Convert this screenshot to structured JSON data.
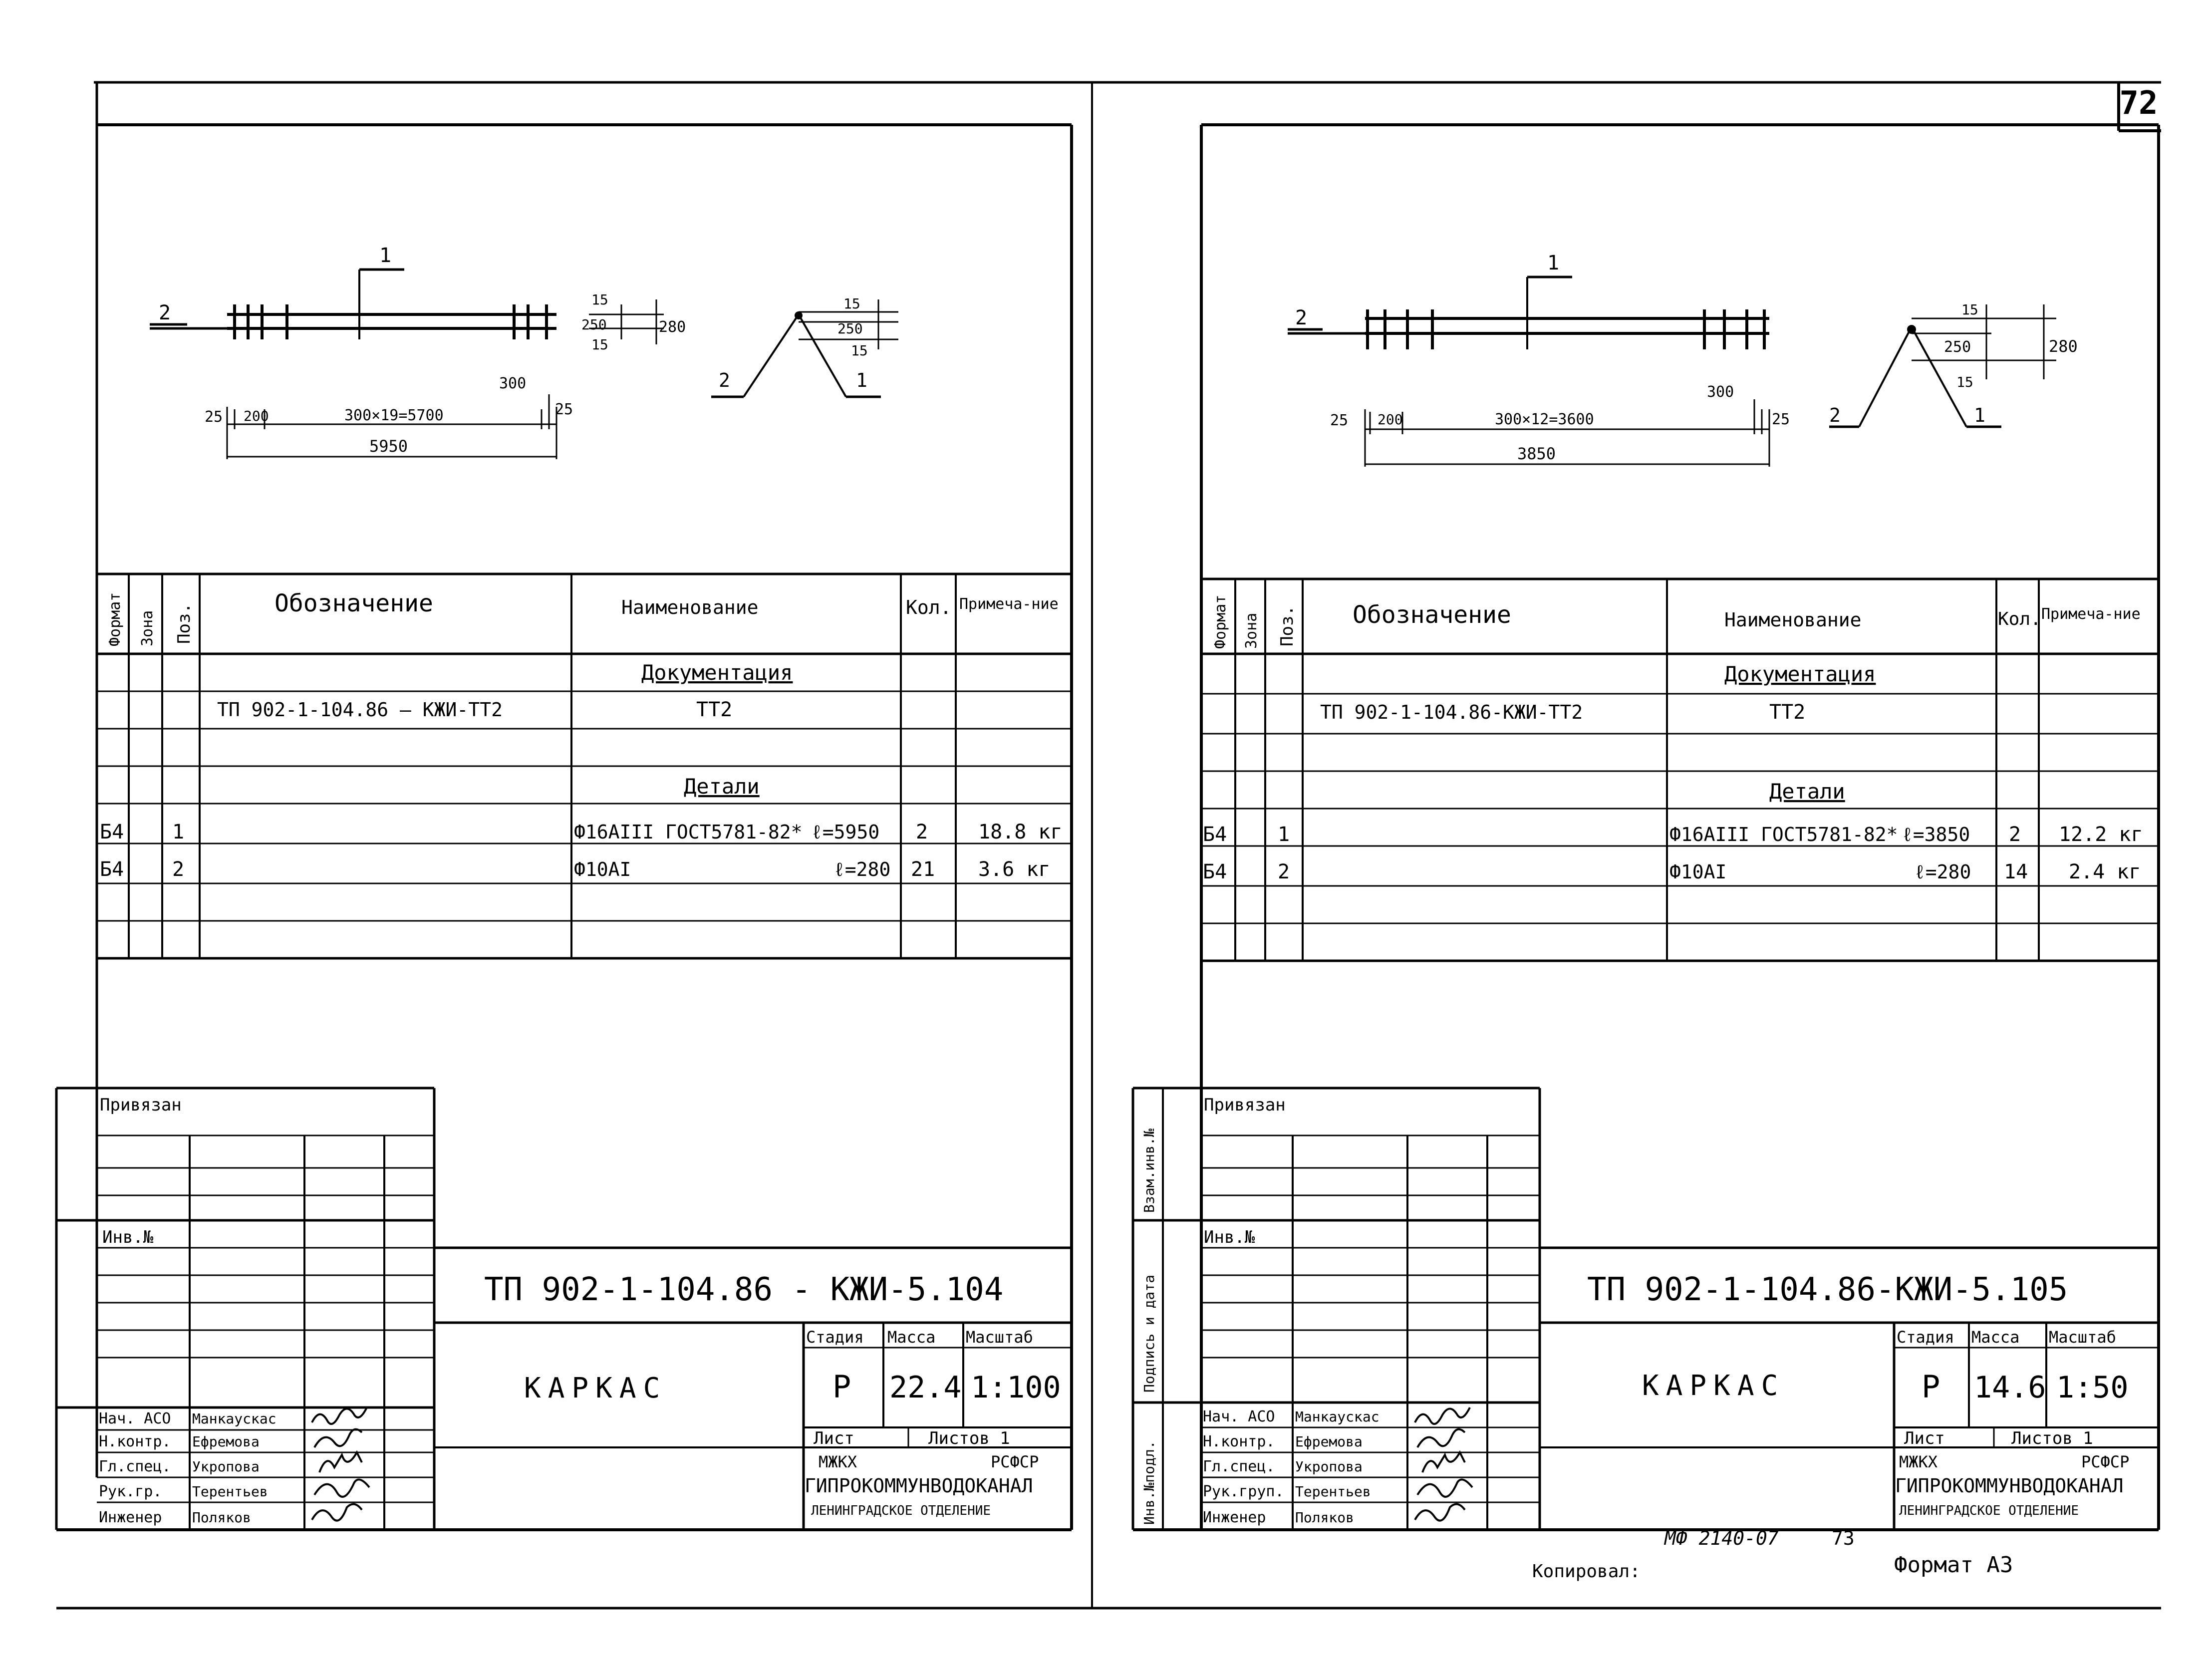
{
  "page_number": "72",
  "copy_note": {
    "code": "МФ 2140-07",
    "page": "73",
    "copied_by": "Копировал:",
    "format": "Формат А3"
  },
  "sheets": [
    {
      "id": "left",
      "drawing": {
        "pos1": "1",
        "pos2": "2",
        "dim_main": "300×19=5700",
        "dim_total": "5950",
        "dim_left": "25",
        "dim_200": "200",
        "dim_300": "300",
        "dim_right": "25",
        "dim_15a": "15",
        "dim_250": "250",
        "dim_15b": "15",
        "dim_280": "280",
        "side_15a": "15",
        "side_250": "250",
        "side_15b": "15",
        "side_pos1": "1",
        "side_pos2": "2"
      },
      "spec": {
        "headers": {
          "format": "Формат",
          "zone": "Зона",
          "pos": "Поз.",
          "designation": "Обозначение",
          "name": "Наименование",
          "qty": "Кол.",
          "note": "Примеча-ние"
        },
        "section_docs": "Документация",
        "doc_designation": "ТП 902-1-104.86 – КЖИ-ТТ2",
        "doc_name": "ТТ2",
        "section_parts": "Детали",
        "rows": [
          {
            "format": "Б4",
            "pos": "1",
            "name": "Ф16АIII ГОСТ5781-82*",
            "length": "ℓ=5950",
            "qty": "2",
            "note": "18.8 кг"
          },
          {
            "format": "Б4",
            "pos": "2",
            "name": "Ф10АI",
            "length": "ℓ=280",
            "qty": "21",
            "note": "3.6 кг"
          }
        ]
      },
      "stamp": {
        "privyazan": "Привязан",
        "inv_no": "Инв.№",
        "code": "ТП 902-1-104.86 - КЖИ-5.104",
        "title": "КАРКАС",
        "stage_label": "Стадия",
        "mass_label": "Масса",
        "scale_label": "Масштаб",
        "stage": "Р",
        "mass": "22.4",
        "scale": "1:100",
        "sheet_label": "Лист",
        "sheets_label": "Листов 1",
        "org1": "МЖКХ",
        "org2": "РСФСР",
        "org3": "ГИПРОКОММУНВОДОКАНАЛ",
        "org4": "ЛЕНИНГРАДСКОЕ ОТДЕЛЕНИЕ",
        "people": [
          {
            "role": "Нач. АСО",
            "name": "Манкаускас"
          },
          {
            "role": "Н.контр.",
            "name": "Ефремова"
          },
          {
            "role": "Гл.спец.",
            "name": "Укропова"
          },
          {
            "role": "Рук.гр.",
            "name": "Терентьев"
          },
          {
            "role": "Инженер",
            "name": "Поляков"
          }
        ]
      }
    },
    {
      "id": "right",
      "drawing": {
        "pos1": "1",
        "pos2": "2",
        "dim_main": "300×12=3600",
        "dim_total": "3850",
        "dim_left": "25",
        "dim_200": "200",
        "dim_300": "300",
        "dim_right": "25",
        "dim_15a": "15",
        "dim_250": "250",
        "dim_15b": "15",
        "dim_280": "280",
        "side_pos1": "1",
        "side_pos2": "2"
      },
      "spec": {
        "headers": {
          "format": "Формат",
          "zone": "Зона",
          "pos": "Поз.",
          "designation": "Обозначение",
          "name": "Наименование",
          "qty": "Кол.",
          "note": "Примеча-ние"
        },
        "section_docs": "Документация",
        "doc_designation": "ТП 902-1-104.86-КЖИ-ТТ2",
        "doc_name": "ТТ2",
        "section_parts": "Детали",
        "rows": [
          {
            "format": "Б4",
            "pos": "1",
            "name": "Ф16АIII ГОСТ5781-82*",
            "length": "ℓ=3850",
            "qty": "2",
            "note": "12.2 кг"
          },
          {
            "format": "Б4",
            "pos": "2",
            "name": "Ф10АI",
            "length": "ℓ=280",
            "qty": "14",
            "note": "2.4 кг"
          }
        ]
      },
      "stamp": {
        "privyazan": "Привязан",
        "inv_no": "Инв.№",
        "code": "ТП 902-1-104.86-КЖИ-5.105",
        "title": "КАРКАС",
        "stage_label": "Стадия",
        "mass_label": "Масса",
        "scale_label": "Масштаб",
        "stage": "Р",
        "mass": "14.6",
        "scale": "1:50",
        "sheet_label": "Лист",
        "sheets_label": "Листов 1",
        "org1": "МЖКХ",
        "org2": "РСФСР",
        "org3": "ГИПРОКОММУНВОДОКАНАЛ",
        "org4": "ЛЕНИНГРАДСКОЕ ОТДЕЛЕНИЕ",
        "people": [
          {
            "role": "Нач. АСО",
            "name": "Манкаускас"
          },
          {
            "role": "Н.контр.",
            "name": "Ефремова"
          },
          {
            "role": "Гл.спец.",
            "name": "Укропова"
          },
          {
            "role": "Рук.груп.",
            "name": "Терентьев"
          },
          {
            "role": "Инженер",
            "name": "Поляков"
          }
        ],
        "side_labels": [
          "Взам.инв.№",
          "Подпись и дата",
          "Инв.№подл."
        ]
      }
    }
  ]
}
